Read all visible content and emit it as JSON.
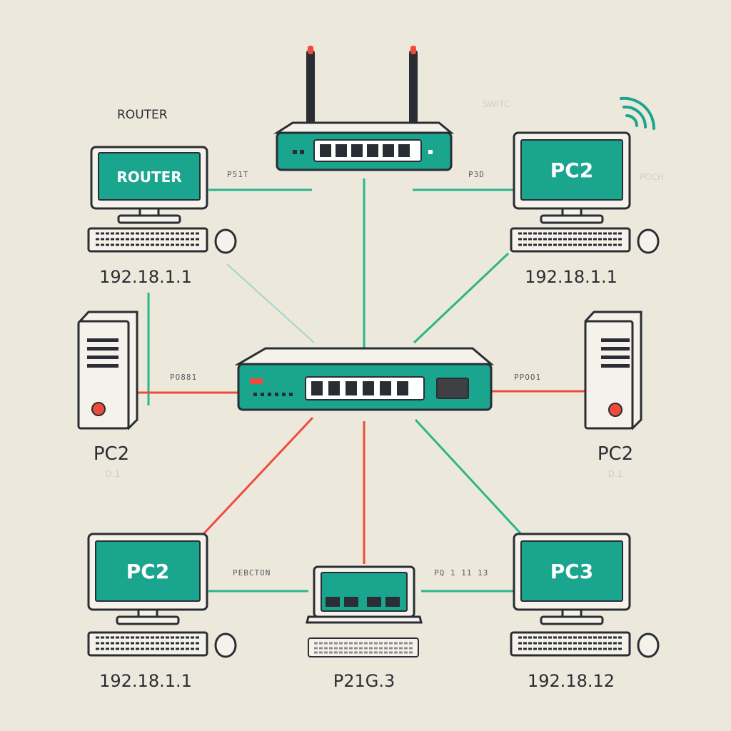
{
  "colors": {
    "background": "#ece9dc",
    "teal": "#1aa58f",
    "screen": "#1aa58f",
    "red_link": "#ef4b3c",
    "green_link": "#2bb58c",
    "outline": "#2a2d33"
  },
  "icons": {
    "router": "router-icon",
    "switch": "switch-icon",
    "desktop": "desktop-icon",
    "tower": "tower-pc-icon",
    "laptop": "laptop-icon",
    "wifi": "wifi-icon"
  },
  "labels": {
    "router_top": "ROUTER",
    "top_left_screen": "ROUTER",
    "top_right_screen": "PC2",
    "bottom_left_screen": "PC2",
    "bottom_right_screen": "PC3",
    "top_left_ip": "192.18.1.1",
    "top_right_ip": "192.18.1.1",
    "bottom_left_ip": "192.18.1.1",
    "bottom_center_ip": "P21G.3",
    "bottom_right_ip": "192.18.12",
    "tower_left": "PC2",
    "tower_right": "PC2",
    "tower_left_sub": "D.1",
    "tower_right_sub": "D.1",
    "right_ghost": "POCH",
    "top_ghost": "SWITC",
    "port_tl": "P51T",
    "port_tr": "P3D",
    "port_ml": "PO881",
    "port_mr": "PPOO1",
    "port_bl": "PEBCTON",
    "port_br": "PQ 1 11 13"
  }
}
